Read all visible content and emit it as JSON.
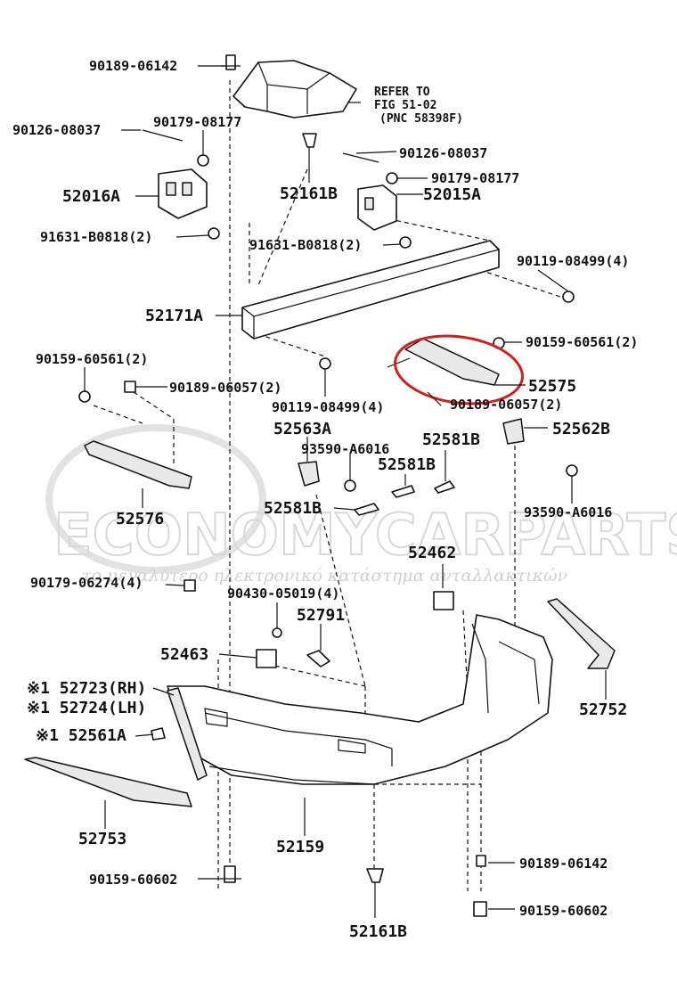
{
  "labels": {
    "p90189_06142_top": "90189-06142",
    "p90126_08037_left": "90126-08037",
    "p90179_08177_left": "90179-08177",
    "p52161B_top": "52161B",
    "p90126_08037_right": "90126-08037",
    "p90179_08177_right": "90179-08177",
    "p52016A": "52016A",
    "p52015A": "52015A",
    "p91631_left": "91631-B0818(2)",
    "p91631_right": "91631-B0818(2)",
    "p90119_right": "90119-08499(4)",
    "p52171A": "52171A",
    "p90159_60561_right": "90159-60561(2)",
    "p52575": "52575",
    "p90159_60561_left": "90159-60561(2)",
    "p90189_06057_left": "90189-06057(2)",
    "p90119_left": "90119-08499(4)",
    "p90189_06057_right": "90189-06057(2)",
    "p52563A": "52563A",
    "p52581B_a": "52581B",
    "p52562B": "52562B",
    "p93590_left": "93590-A6016",
    "p52581B_b": "52581B",
    "p52576": "52576",
    "p52581B_c": "52581B",
    "p93590_right": "93590-A6016",
    "p52462": "52462",
    "p90179_06274": "90179-06274(4)",
    "p90430_05019": "90430-05019(4)",
    "p52791": "52791",
    "p52463": "52463",
    "p52723": "※1 52723(RH)",
    "p52724": "※1 52724(LH)",
    "p52561A": "※1 52561A",
    "p52752": "52752",
    "p52753": "52753",
    "p52159": "52159",
    "p90189_06142_bottom": "90189-06142",
    "p90159_60602_left": "90159-60602",
    "p90159_60602_right": "90159-60602",
    "p52161B_bottom": "52161B"
  },
  "reference_note": {
    "line1": "REFER TO",
    "line2": "FIG 51-02",
    "line3": "(PNC 58398F)"
  },
  "watermark": {
    "brand": "ECONOMYCARPARTS.GR",
    "tagline": "το μεγαλύτερο ηλεκτρονικό κατάστημα ανταλλακτικών"
  },
  "highlight_color": "#d0201b"
}
